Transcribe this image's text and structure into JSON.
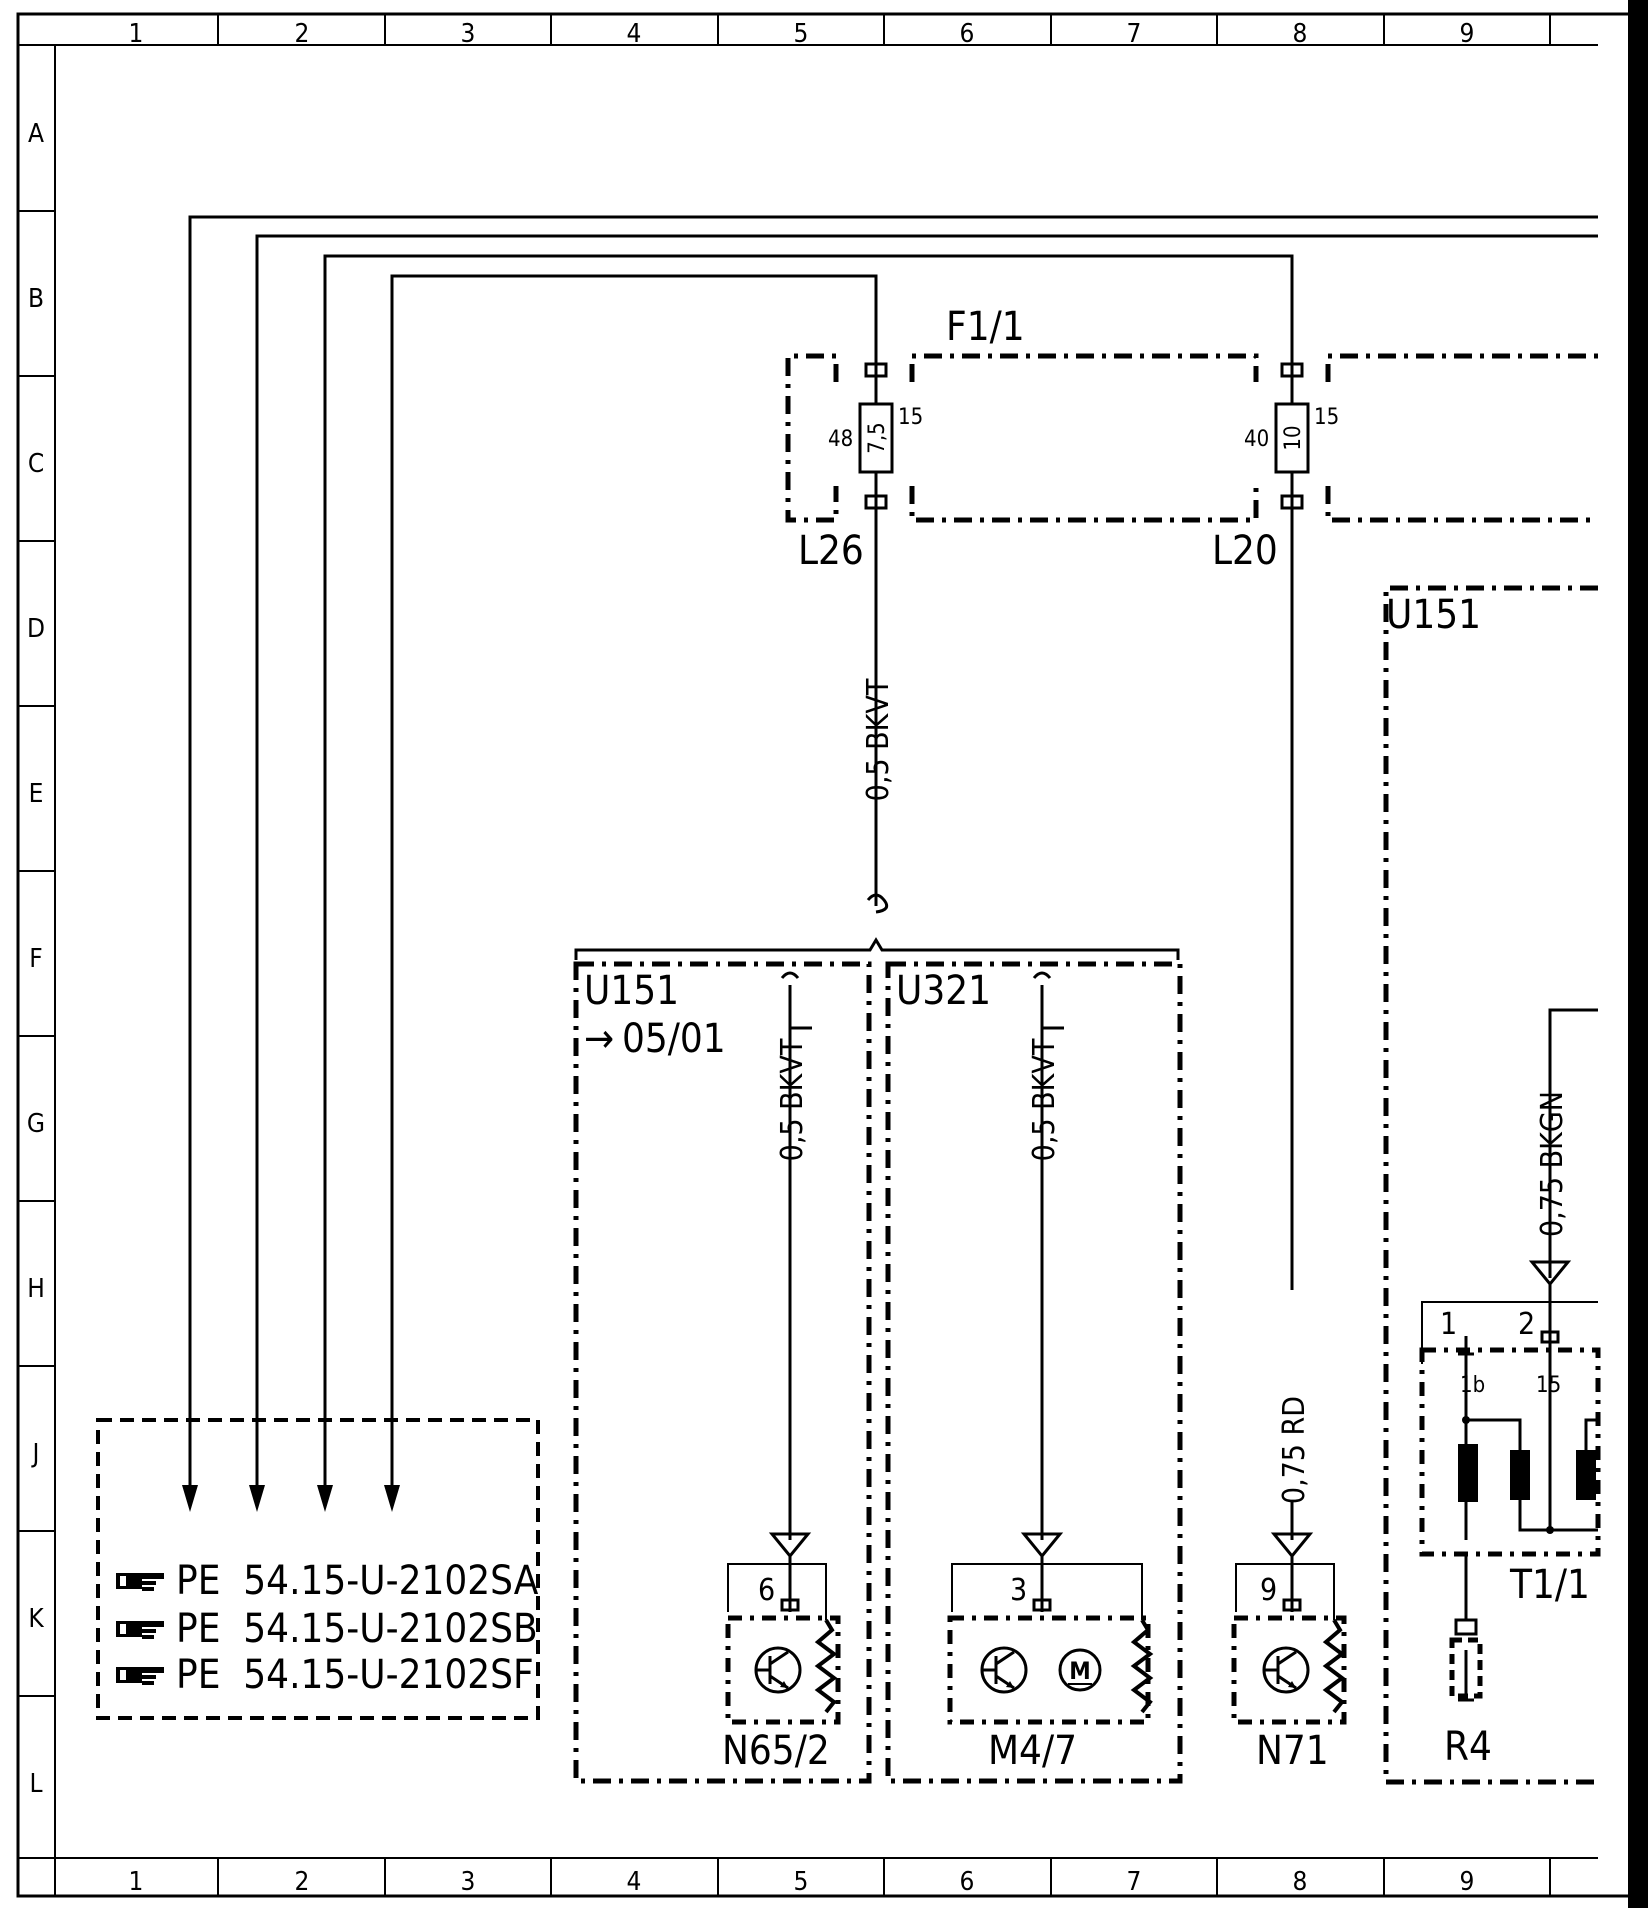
{
  "frame": {
    "columns": [
      "1",
      "2",
      "3",
      "4",
      "5",
      "6",
      "7",
      "8",
      "9"
    ],
    "rows": [
      "A",
      "B",
      "C",
      "D",
      "E",
      "F",
      "G",
      "H",
      "J",
      "K",
      "L"
    ]
  },
  "fuse_block": {
    "name": "F1/1",
    "fuse_48": {
      "number": "48",
      "rating": "7,5",
      "terminal": "15",
      "connector": "L26"
    },
    "fuse_40": {
      "number": "40",
      "rating": "10",
      "terminal": "15",
      "connector": "L20"
    }
  },
  "wires": {
    "main_bkvt": "0,5 BKVT",
    "n65_bkvt": "0,5 BKVT",
    "m47_bkvt": "0,5 BKVT",
    "n71_rd": "0,75 RD",
    "t11_bkgn": "0,75 BKGN"
  },
  "boxes": {
    "u151_left": {
      "title": "U151",
      "ref": "05/01"
    },
    "u321": {
      "title": "U321"
    },
    "u151_right": {
      "title": "U151"
    }
  },
  "components": {
    "n65_2": {
      "name": "N65/2",
      "pin": "6"
    },
    "m4_7": {
      "name": "M4/7",
      "pin": "3"
    },
    "n71": {
      "name": "N71",
      "pin": "9"
    },
    "t1_1": {
      "name": "T1/1",
      "pin1": "1",
      "pin2": "2",
      "term1": "1b",
      "term2": "15"
    },
    "r4": {
      "name": "R4"
    }
  },
  "references": [
    "PE  54.15-U-2102SA",
    "PE  54.15-U-2102SB",
    "PE  54.15-U-2102SF"
  ],
  "icons": {
    "reference": "pointing-hand-icon",
    "transistor": "transistor-icon",
    "motor": "motor-icon",
    "resistor": "resistor-zigzag-icon"
  },
  "colors": {
    "ink": "#000000",
    "paper": "#ffffff"
  }
}
